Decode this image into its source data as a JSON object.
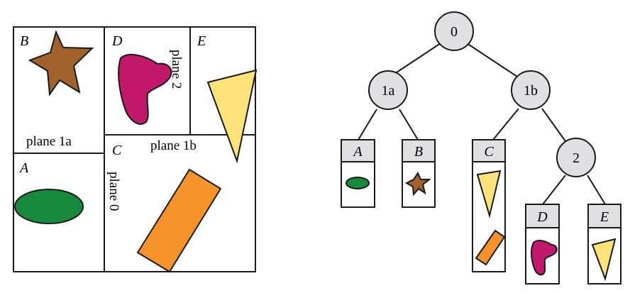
{
  "partition": {
    "region_labels": {
      "B": "B",
      "D": "D",
      "E": "E",
      "A": "A",
      "C": "C"
    },
    "plane_labels": {
      "plane_1a": "plane 1a",
      "plane_1b": "plane 1b",
      "plane_2": "plane 2",
      "plane_0": "plane 0"
    }
  },
  "tree": {
    "nodes": {
      "root": "0",
      "n1a": "1a",
      "n1b": "1b",
      "n2": "2"
    },
    "leaves": {
      "A": "A",
      "B": "B",
      "C": "C",
      "D": "D",
      "E": "E"
    }
  },
  "colors": {
    "star": "#a0612a",
    "blob": "#c2186b",
    "triangle": "#fde27a",
    "ellipse": "#178a3e",
    "rectangle": "#f5922a",
    "node_fill": "#e0e0e3"
  }
}
